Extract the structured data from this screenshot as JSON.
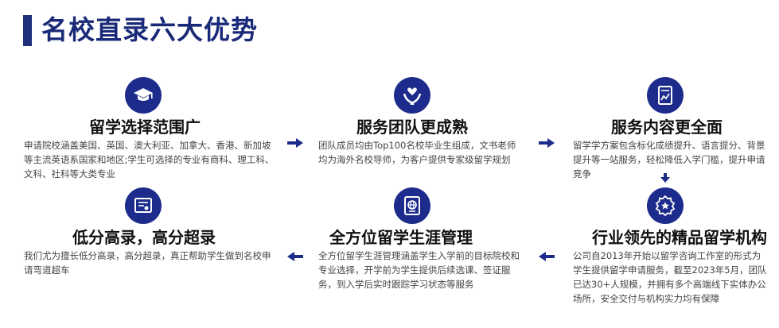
{
  "title": "名校直录六大优势",
  "cards": [
    {
      "icon": "graduation-cap-icon",
      "heading": "留学选择范围广",
      "desc": "申请院校涵盖美国、英国、澳大利亚、加拿大、香港、新加坡等主流英语系国家和地区;学生可选择的专业有商科、理工科、文科、社科等大类专业"
    },
    {
      "icon": "hands-heart-icon",
      "heading": "服务团队更成熟",
      "desc": "团队成员均由Top100名校毕业生组成，文书老师均为海外名校导师，为客户提供专家级留学规划"
    },
    {
      "icon": "document-chart-icon",
      "heading": "服务内容更全面",
      "desc": "留学学方案包含标化成绩提升、语言提分、背景提升等一站服务，轻松降低入学门槛，提升申请竞争"
    },
    {
      "icon": "certificate-icon",
      "heading": "低分高录，高分超录",
      "desc": "我们尤为擅长低分高录，高分超录，真正帮助学生做到名校申请弯道超车"
    },
    {
      "icon": "passport-globe-icon",
      "heading": "全方位留学生涯管理",
      "desc": "全方位留学生涯管理涵盖学生入学前的目标院校和专业选择，开学前为学生提供后续选课、签证服务，到入学后实时跟踪学习状态等服务"
    },
    {
      "icon": "award-medal-icon",
      "heading": "行业领先的精品留学机构",
      "desc": "公司自2013年开始以留学咨询工作室的形式为学生提供留学申请服务，截至2023年5月，团队已达30+人规模，并拥有多个高端线下实体办公场所，安全交付与机构实力均有保障"
    }
  ],
  "colors": {
    "accent": "#1d2c8c",
    "title": "#1a2a78"
  }
}
